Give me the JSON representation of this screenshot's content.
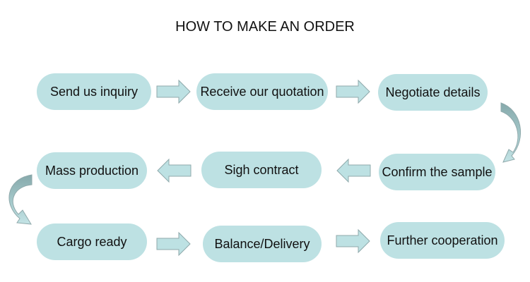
{
  "title": "HOW TO MAKE AN ORDER",
  "colors": {
    "step_fill": "#bde1e3",
    "arrow_fill": "#bde1e3",
    "arrow_stroke": "#8fa9ab",
    "curve_dark": "#86a9ab",
    "text": "#111111"
  },
  "steps": [
    {
      "label": "Send us inquiry"
    },
    {
      "label": "Receive our quotation"
    },
    {
      "label": "Negotiate details"
    },
    {
      "label": "Confirm the sample"
    },
    {
      "label": "Sigh contract"
    },
    {
      "label": "Mass production"
    },
    {
      "label": "Cargo ready"
    },
    {
      "label": "Balance/Delivery"
    },
    {
      "label": "Further cooperation"
    }
  ],
  "arrows": [
    {
      "from": "Send us inquiry",
      "to": "Receive our quotation",
      "direction": "right"
    },
    {
      "from": "Receive our quotation",
      "to": "Negotiate details",
      "direction": "right"
    },
    {
      "from": "Negotiate details",
      "to": "Confirm the sample",
      "direction": "curved-down"
    },
    {
      "from": "Confirm the sample",
      "to": "Sigh contract",
      "direction": "left"
    },
    {
      "from": "Sigh contract",
      "to": "Mass production",
      "direction": "left"
    },
    {
      "from": "Mass production",
      "to": "Cargo ready",
      "direction": "curved-down"
    },
    {
      "from": "Cargo ready",
      "to": "Balance/Delivery",
      "direction": "right"
    },
    {
      "from": "Balance/Delivery",
      "to": "Further cooperation",
      "direction": "right"
    }
  ]
}
